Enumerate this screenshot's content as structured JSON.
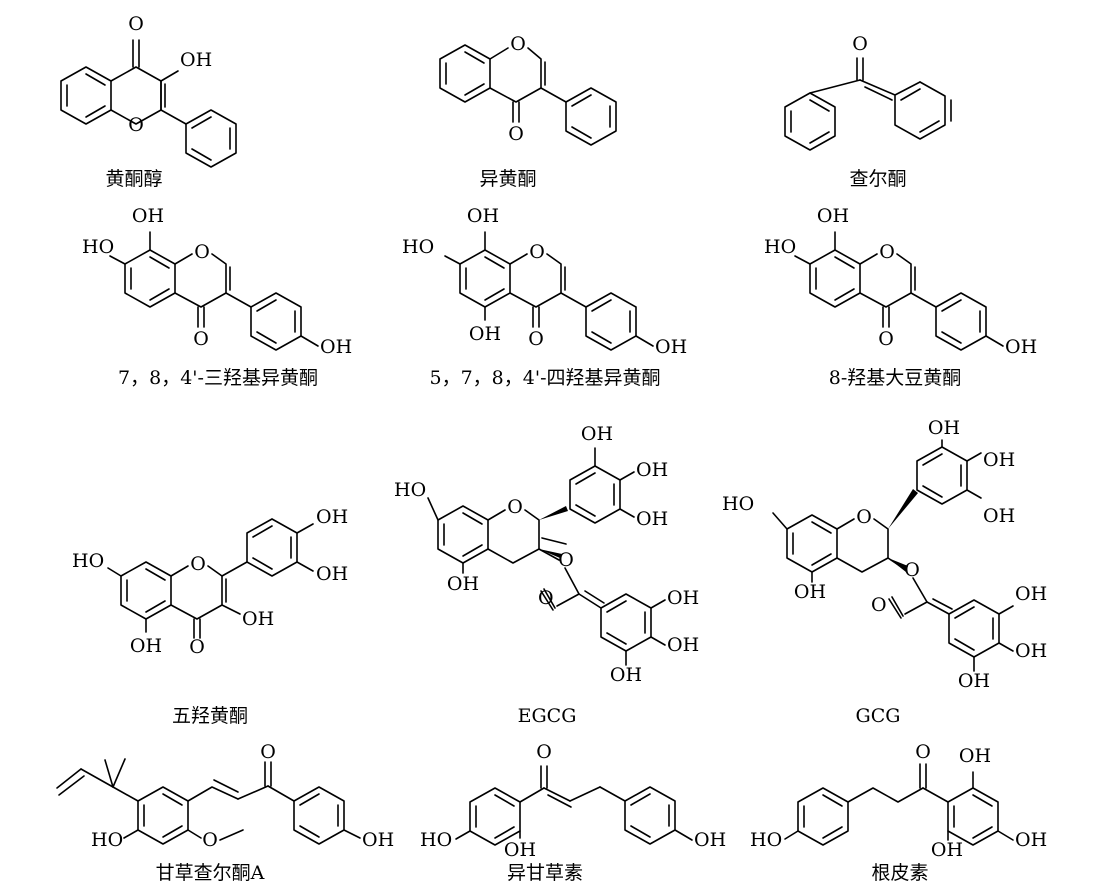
{
  "compounds": [
    {
      "id": "c1",
      "name": "黄酮醇",
      "atoms": [
        "O",
        "OH",
        "O"
      ]
    },
    {
      "id": "c2",
      "name": "异黄酮",
      "atoms": [
        "O",
        "O"
      ]
    },
    {
      "id": "c3",
      "name": "查尔酮",
      "atoms": [
        "O"
      ]
    },
    {
      "id": "c4",
      "name": "7，8，4'-三羟基异黄酮",
      "atoms": [
        "OH",
        "HO",
        "O",
        "O",
        "OH"
      ]
    },
    {
      "id": "c5",
      "name": "5，7，8，4'-四羟基异黄酮",
      "atoms": [
        "OH",
        "HO",
        "O",
        "OH",
        "O",
        "OH"
      ]
    },
    {
      "id": "c6",
      "name": "8-羟基大豆黄酮",
      "atoms": [
        "OH",
        "HO",
        "O",
        "O",
        "OH"
      ]
    },
    {
      "id": "c7",
      "name": "五羟黄酮",
      "atoms": [
        "HO",
        "O",
        "OH",
        "OH",
        "OH",
        "OH",
        "O"
      ]
    },
    {
      "id": "c8",
      "name": "EGCG",
      "atoms": [
        "OH",
        "OH",
        "OH",
        "HO",
        "O",
        "O",
        "OH",
        "O",
        "OH",
        "OH",
        "OH"
      ]
    },
    {
      "id": "c9",
      "name": "GCG",
      "atoms": [
        "OH",
        "OH",
        "OH",
        "HO",
        "O",
        "O",
        "OH",
        "O",
        "OH",
        "OH",
        "OH"
      ]
    },
    {
      "id": "c10",
      "name": "甘草查尔酮A",
      "atoms": [
        "O",
        "HO",
        "O",
        "OH"
      ]
    },
    {
      "id": "c11",
      "name": "异甘草素",
      "atoms": [
        "O",
        "HO",
        "OH",
        "OH"
      ]
    },
    {
      "id": "c12",
      "name": "根皮素",
      "atoms": [
        "O",
        "OH",
        "HO",
        "OH",
        "OH"
      ]
    }
  ]
}
